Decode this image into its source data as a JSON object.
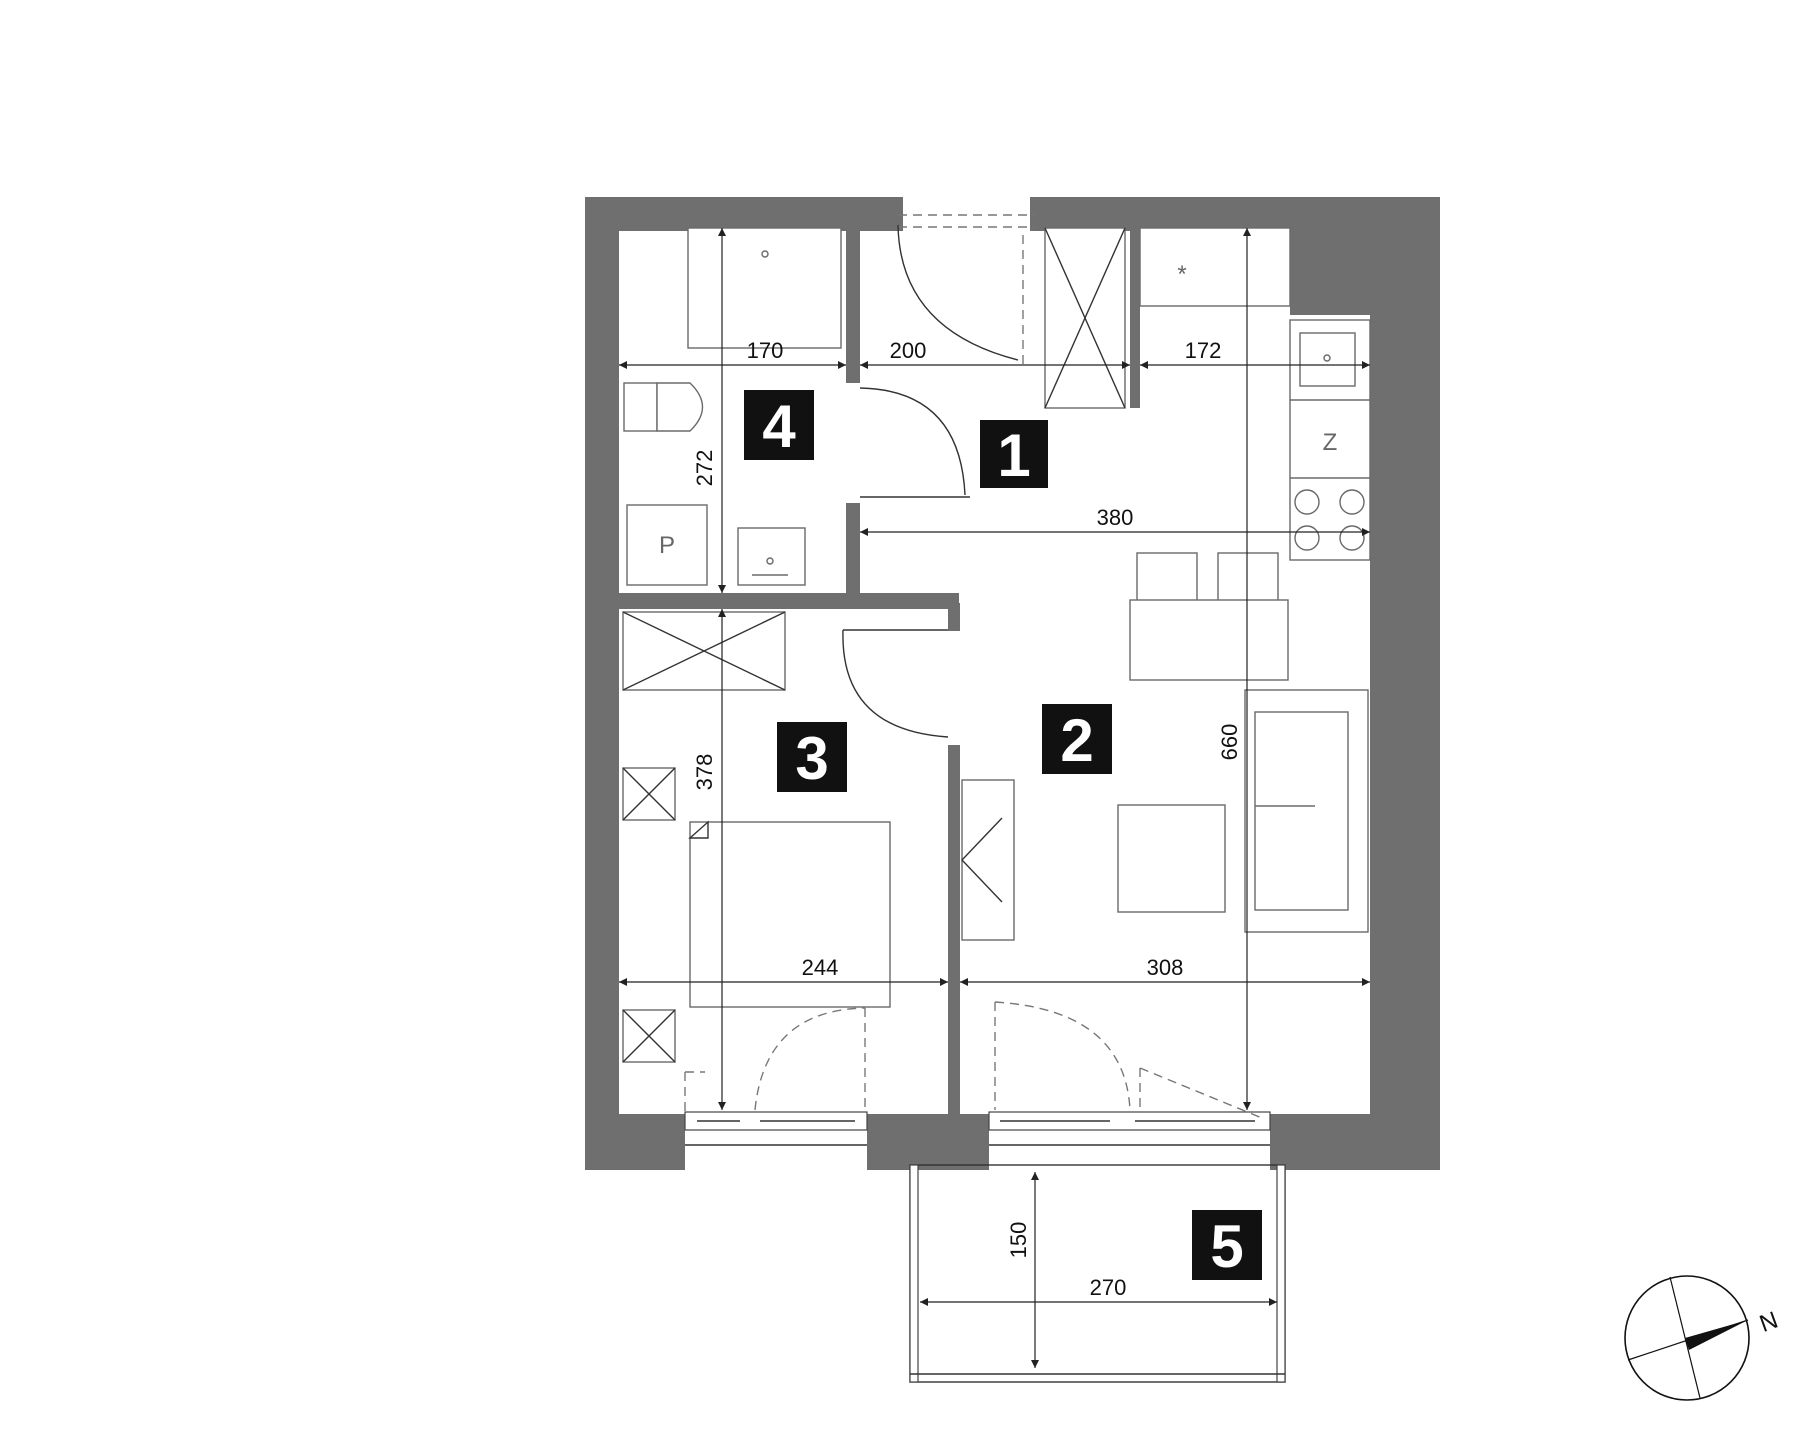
{
  "rooms": [
    "1",
    "2",
    "3",
    "4",
    "5"
  ],
  "dimensions": {
    "bath_width": "170",
    "hall_width": "200",
    "kitchen_width": "172",
    "bath_height": "272",
    "living_width": "380",
    "bedroom_height": "378",
    "living_height": "660",
    "bedroom_width": "244",
    "living_bottom_width": "308",
    "balcony_height": "150",
    "balcony_width": "270"
  },
  "fixtures": {
    "fridge": "Z",
    "washer": "P"
  },
  "compass": {
    "north": "N"
  },
  "colors": {
    "wall": "#6f6f6f",
    "room_label_bg": "#111111",
    "room_label_text": "#ffffff"
  }
}
